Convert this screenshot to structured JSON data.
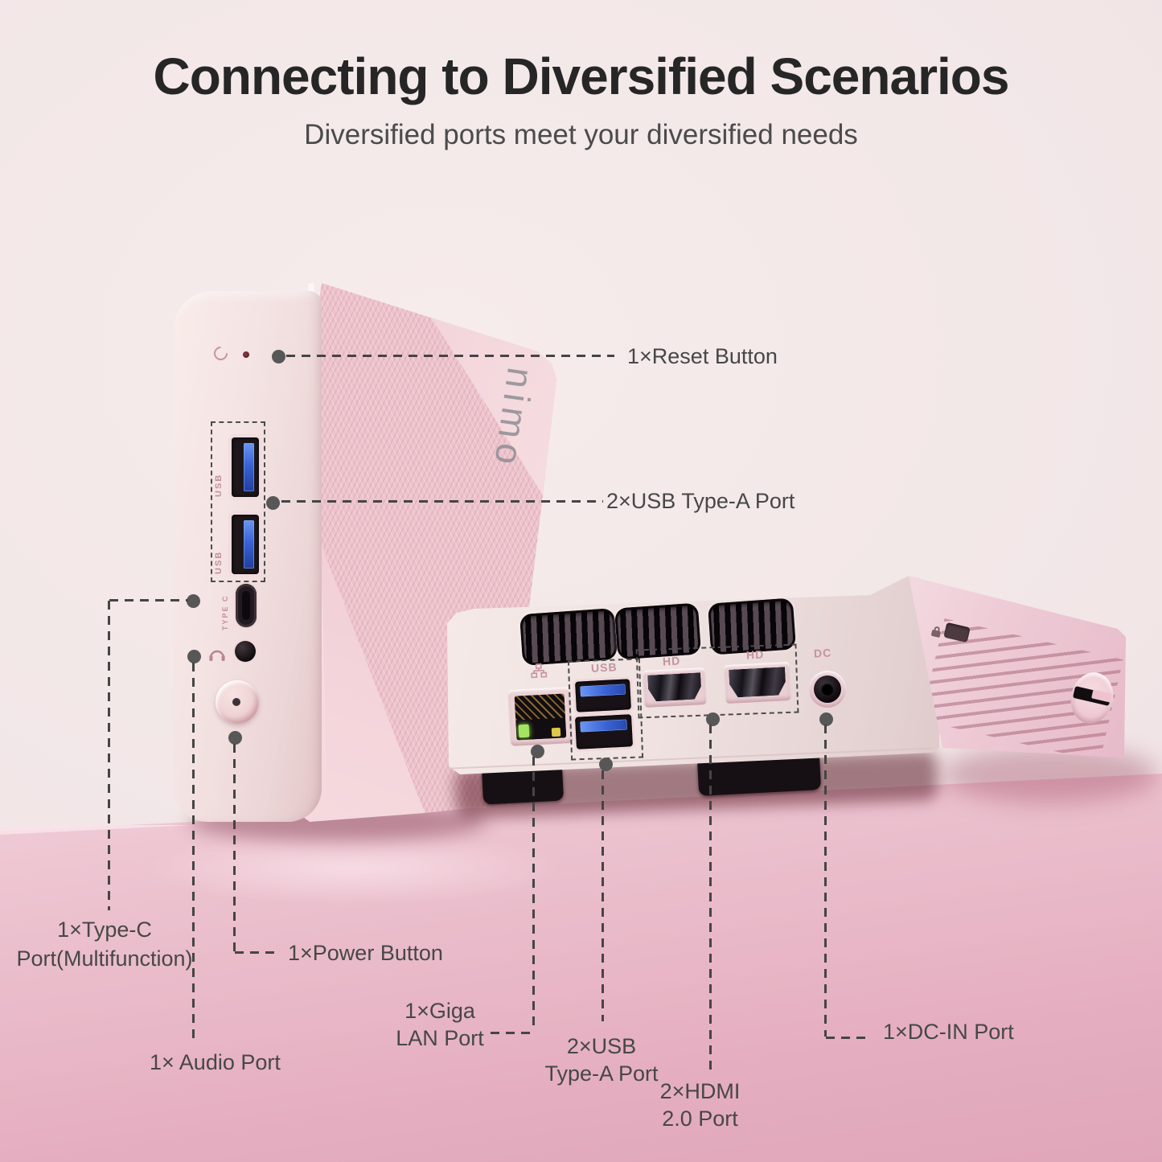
{
  "header": {
    "title": "Connecting to Diversified Scenarios",
    "subtitle": "Diversified ports meet your diversified needs"
  },
  "branding": {
    "logo_text": "nimo"
  },
  "callouts": {
    "reset": "1×Reset Button",
    "usb_side": "2×USB Type-A Port",
    "type_c_line1": "1×Type-C",
    "type_c_line2": "Port(Multifunction)",
    "power": "1×Power Button",
    "audio": "1× Audio Port",
    "lan_line1": "1×Giga",
    "lan_line2": "LAN Port",
    "usb_rear_line1": "2×USB",
    "usb_rear_line2": "Type-A Port",
    "hdmi_line1": "2×HDMI",
    "hdmi_line2": "2.0 Port",
    "dc": "1×DC-IN Port"
  },
  "port_labels": {
    "usb_emboss": "USB",
    "type_c_emboss": "TYPE C",
    "usb_rear_emboss": "USB",
    "hdmi_emboss": "HD",
    "dc_emboss": "DC"
  },
  "icons": {
    "power_led": "power-ring-icon",
    "headphone": "headphone-icon",
    "ethernet": "lan-nodes-icon",
    "lock": "padlock-icon"
  },
  "colors": {
    "wall": "#f3e8e8",
    "table": "#e7b3c4",
    "device_pink": "#edc3cc",
    "device_cream": "#f2e1e1",
    "callout_line": "#4a4a4a",
    "usb_blue": "#3f6fd8",
    "led_green": "#a4e55f",
    "led_yellow": "#ddc84a",
    "title_text": "#262626"
  }
}
